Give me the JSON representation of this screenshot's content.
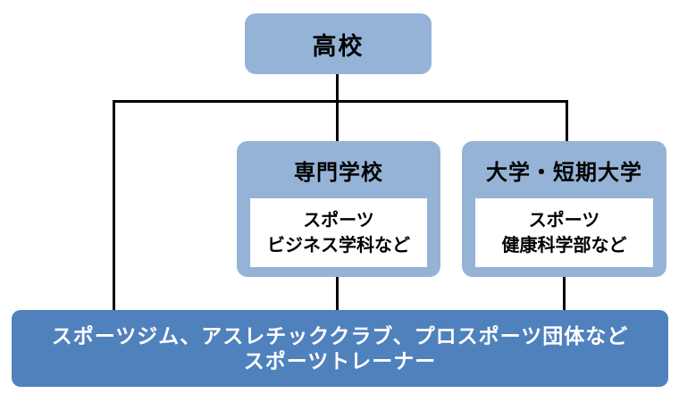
{
  "diagram": {
    "description": "education-to-career path flowchart",
    "colors": {
      "light_box_bg": "#95B3D7",
      "dark_box_bg": "#4F81BD",
      "connector_line": "#000000",
      "detail_box_bg": "#FFFFFF",
      "light_box_text": "#000000",
      "dark_box_text": "#FFFFFF"
    },
    "nodes": {
      "highschool": {
        "label": "高校"
      },
      "vocational": {
        "title": "専門学校",
        "detail_line1": "スポーツ",
        "detail_line2": "ビジネス学科など"
      },
      "university": {
        "title": "大学・短期大学",
        "detail_line1": "スポーツ",
        "detail_line2": "健康科学部など"
      },
      "career": {
        "line1": "スポーツジム、アスレチッククラブ、プロスポーツ団体など",
        "line2": "スポーツトレーナー"
      }
    }
  }
}
